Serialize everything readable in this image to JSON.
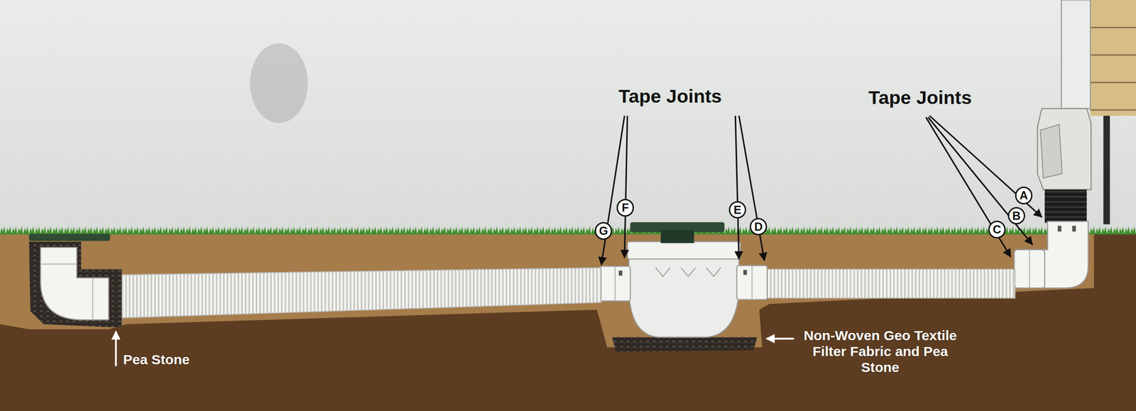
{
  "diagram": {
    "labels": [
      "Tape Joints",
      "Tape Joints",
      "A",
      "B",
      "C",
      "D",
      "E",
      "F",
      "G",
      "Pea Stone",
      "Non-Woven Geo Textile Filter Fabric and Pea Stone"
    ]
  }
}
